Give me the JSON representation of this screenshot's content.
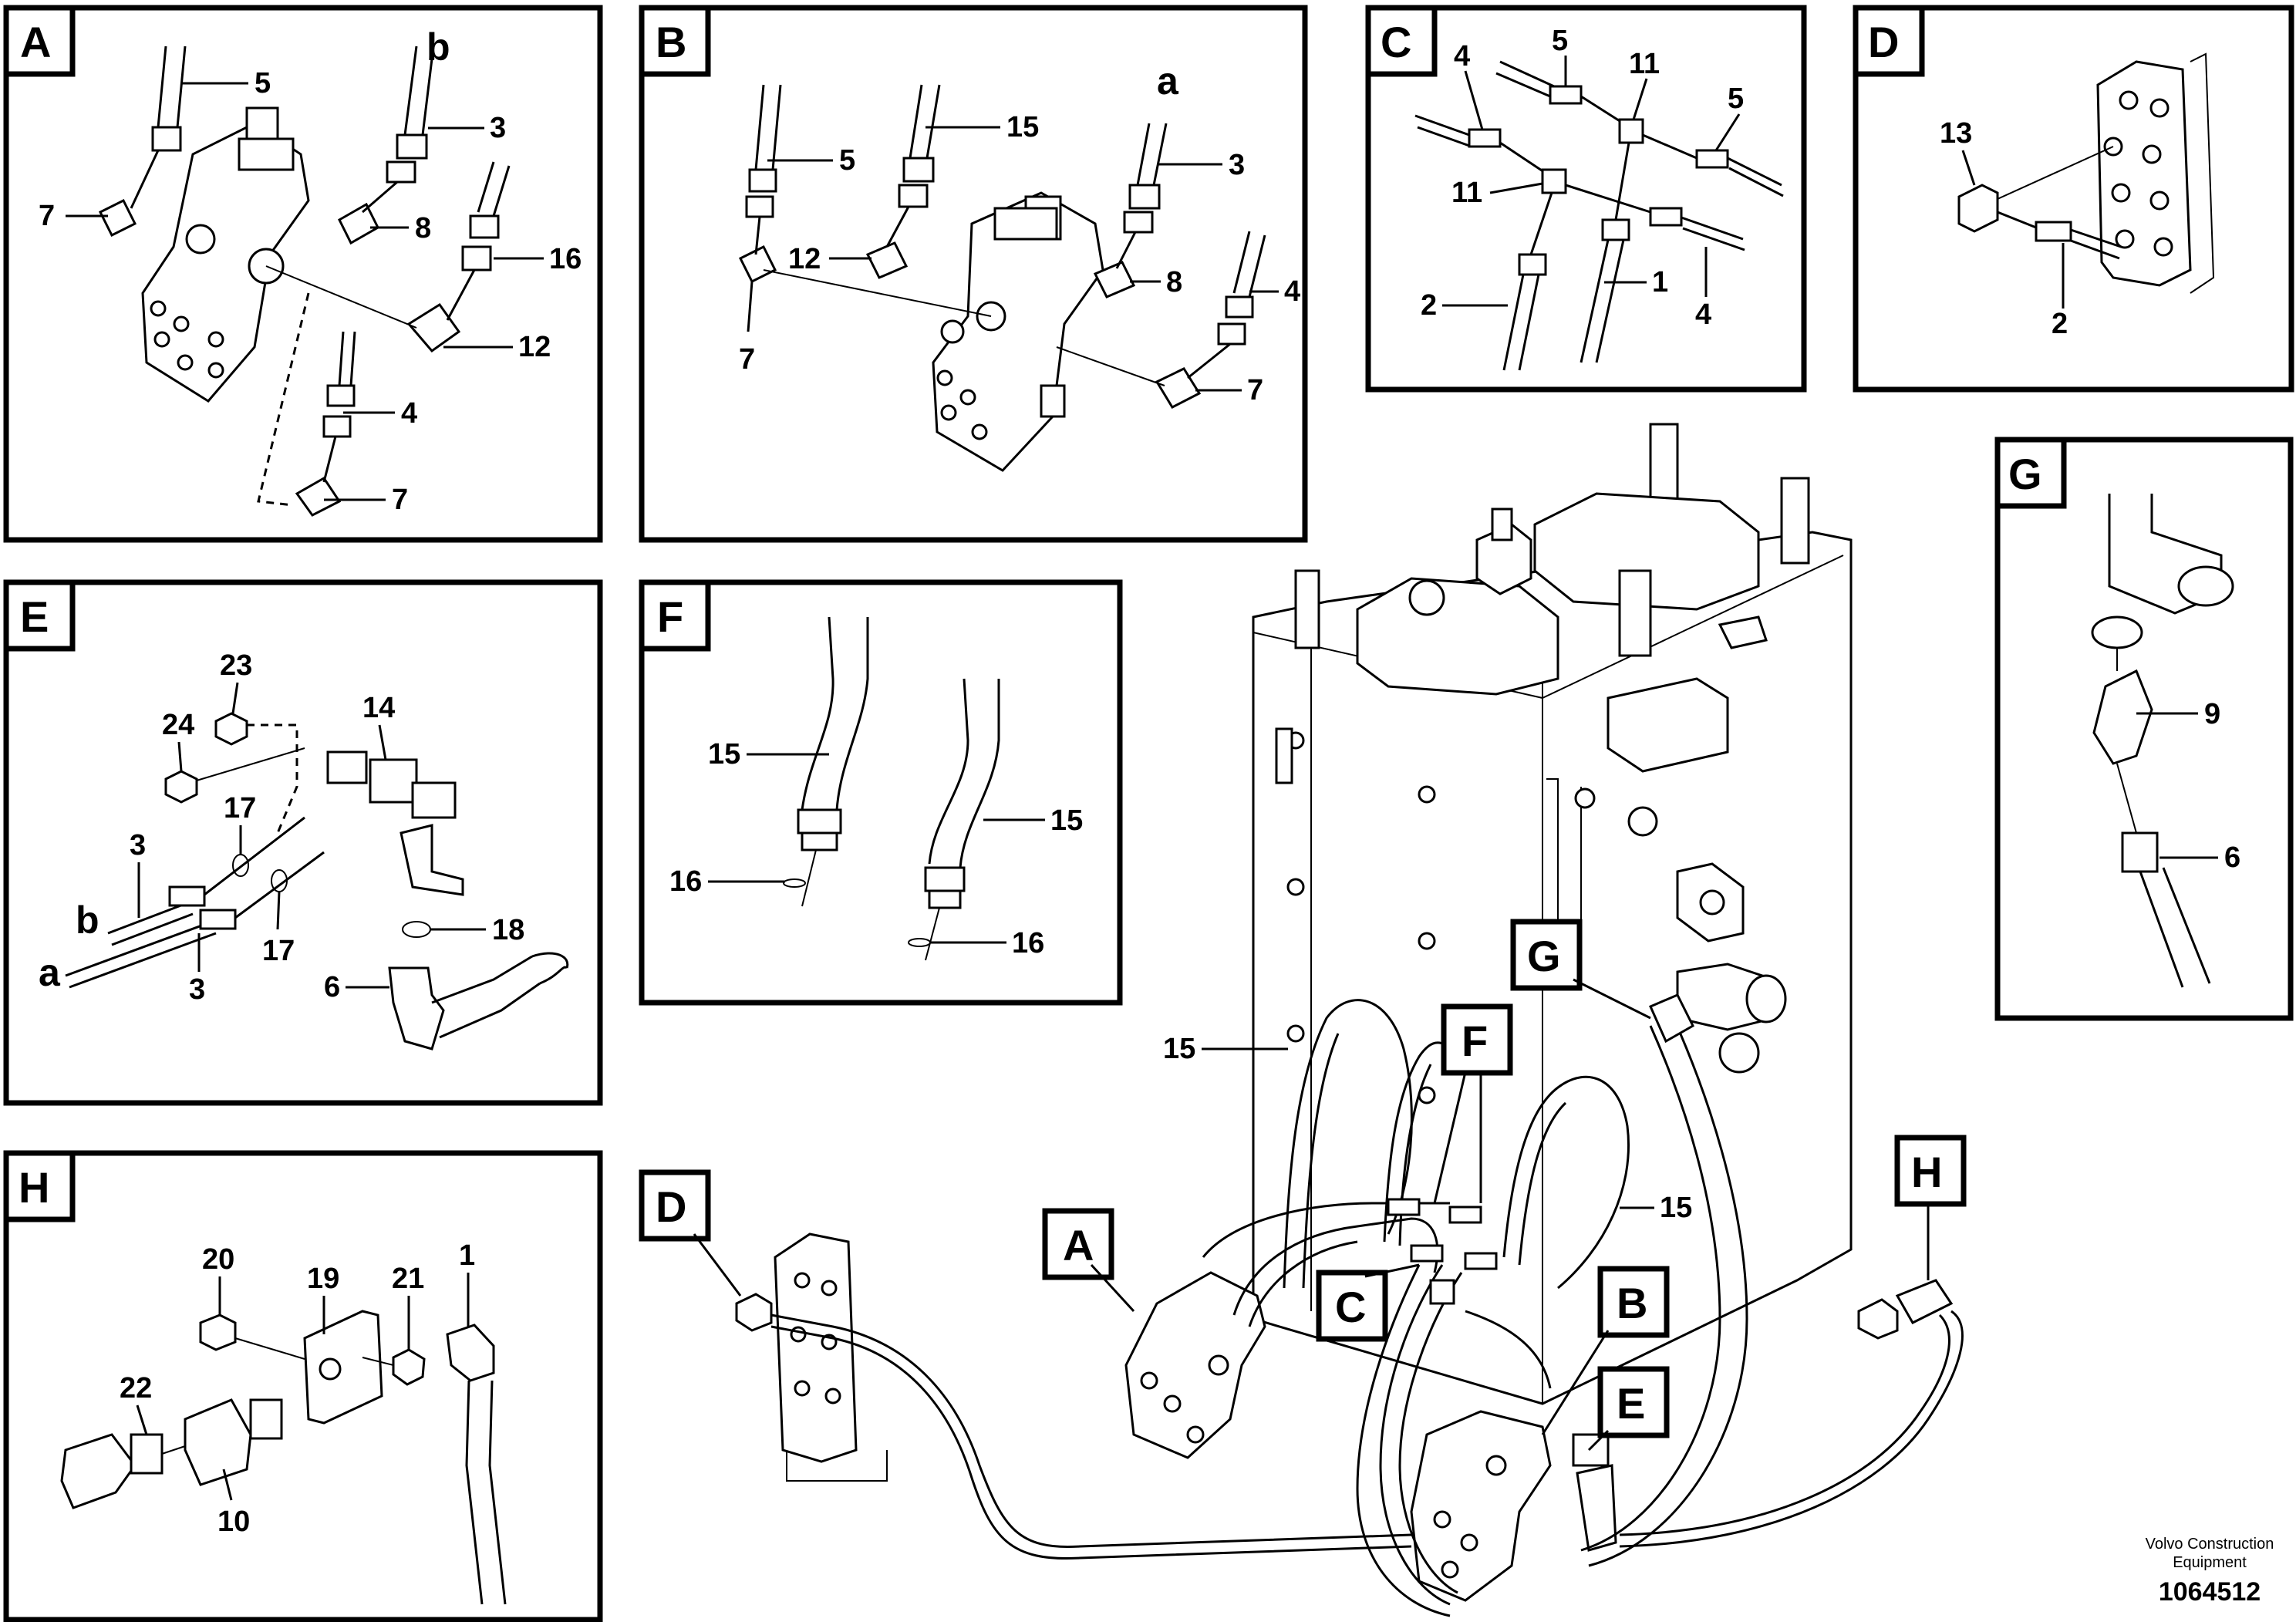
{
  "panels": {
    "A": {
      "tag": "A",
      "labels": {
        "5": "5",
        "b": "b",
        "3": "3",
        "7a": "7",
        "8": "8",
        "16": "16",
        "12": "12",
        "4": "4",
        "7b": "7"
      }
    },
    "B": {
      "tag": "B",
      "labels": {
        "5": "5",
        "15": "15",
        "a": "a",
        "3": "3",
        "12": "12",
        "8": "8",
        "4": "4",
        "7a": "7",
        "7b": "7"
      }
    },
    "C": {
      "tag": "C",
      "labels": {
        "4a": "4",
        "5a": "5",
        "11a": "11",
        "5b": "5",
        "11b": "11",
        "2": "2",
        "1": "1",
        "4b": "4"
      }
    },
    "D": {
      "tag": "D",
      "labels": {
        "13": "13",
        "2": "2"
      }
    },
    "G": {
      "tag": "G",
      "labels": {
        "9": "9",
        "6": "6"
      }
    },
    "E": {
      "tag": "E",
      "labels": {
        "23": "23",
        "24": "24",
        "14": "14",
        "17a": "17",
        "3a": "3",
        "b": "b",
        "a": "a",
        "17b": "17",
        "3b": "3",
        "18": "18",
        "6": "6"
      }
    },
    "F": {
      "tag": "F",
      "labels": {
        "15a": "15",
        "16a": "16",
        "15b": "15",
        "16b": "16"
      }
    },
    "H": {
      "tag": "H",
      "labels": {
        "20": "20",
        "19": "19",
        "21": "21",
        "1": "1",
        "22": "22",
        "10": "10"
      }
    }
  },
  "main": {
    "callouts": {
      "A": "A",
      "B": "B",
      "C": "C",
      "D": "D",
      "E": "E",
      "F": "F",
      "G": "G",
      "H": "H"
    },
    "labels": {
      "15a": "15",
      "15b": "15"
    }
  },
  "footer": {
    "brand_line1": "Volvo Construction",
    "brand_line2": "Equipment",
    "doc_number": "1064512"
  }
}
